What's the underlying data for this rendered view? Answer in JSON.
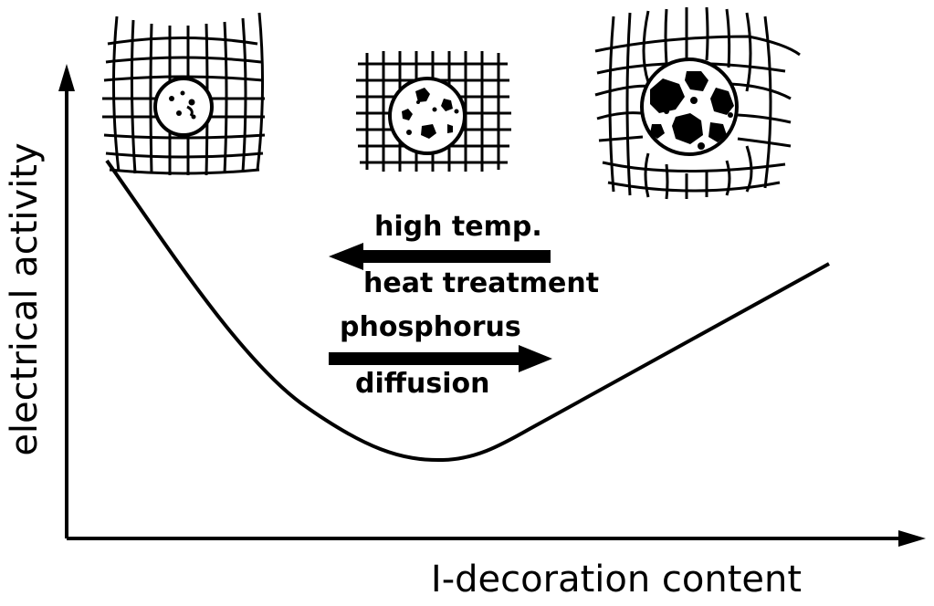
{
  "axes": {
    "y_label": "electrical activity",
    "x_label": "I-decoration content"
  },
  "arrows": {
    "left": {
      "label_top": "high temp.",
      "label_bottom": "heat treatment"
    },
    "right": {
      "label_top": "phosphorus",
      "label_bottom": "diffusion"
    }
  },
  "insets": [
    {
      "name": "slightly-decorated-dislocation-grid"
    },
    {
      "name": "moderately-decorated-dislocation-grid"
    },
    {
      "name": "heavily-decorated-dislocation-grid"
    }
  ],
  "colors": {
    "ink": "#000000",
    "background": "#ffffff"
  }
}
